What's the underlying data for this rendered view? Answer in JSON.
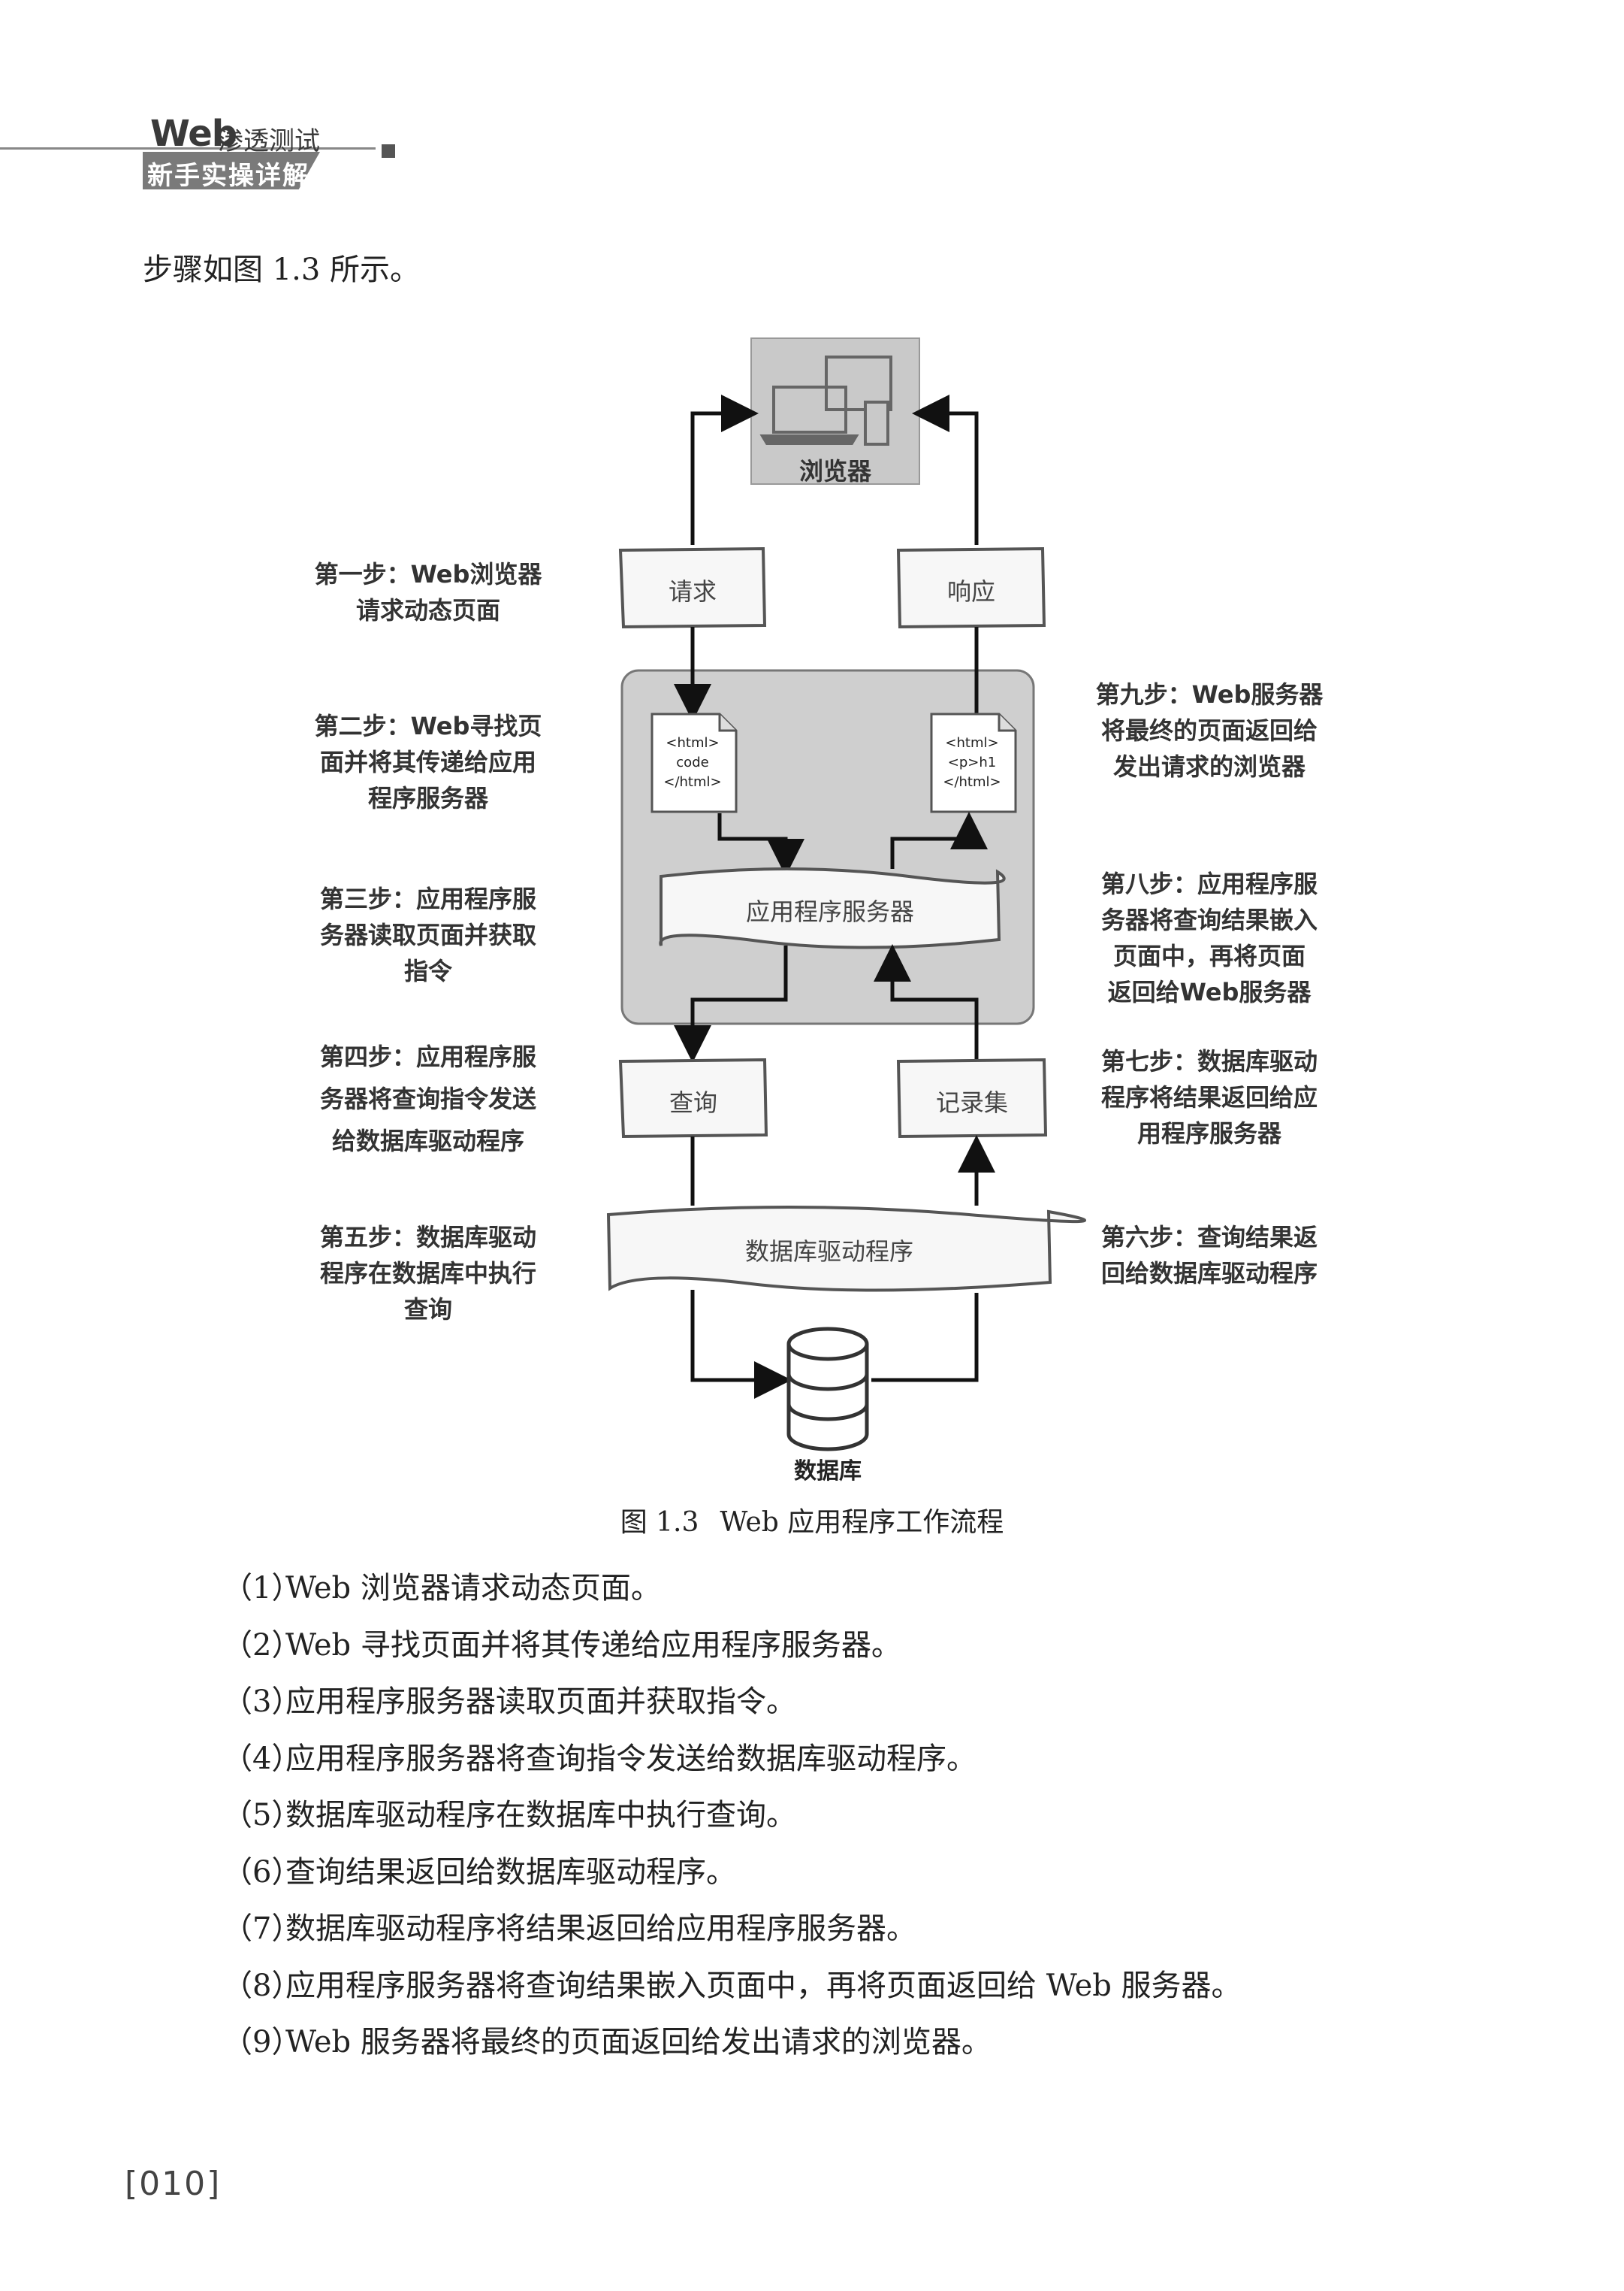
{
  "header": {
    "book_title": "Web",
    "book_title_rest": "渗透测试",
    "band_text": "新手实操详解"
  },
  "intro": "步骤如图 1.3 所示。",
  "figure": {
    "browser_label": "浏览器",
    "request_label": "请求",
    "response_label": "响应",
    "code_page_left": [
      "<html>",
      "code",
      "</html>"
    ],
    "code_page_right": [
      "<html>",
      "<p>h1",
      "</html>"
    ],
    "app_server_label": "应用程序服务器",
    "query_label": "查询",
    "recordset_label": "记录集",
    "db_driver_label": "数据库驱动程序",
    "database_label": "数据库",
    "left_steps": [
      [
        "第一步：Web浏览器",
        "请求动态页面"
      ],
      [
        "第二步：Web寻找页",
        "面并将其传递给应用",
        "程序服务器"
      ],
      [
        "第三步：应用程序服",
        "务器读取页面并获取",
        "指令"
      ],
      [
        "第四步：应用程序服",
        "务器将查询指令发送",
        "给数据库驱动程序"
      ],
      [
        "第五步：数据库驱动",
        "程序在数据库中执行",
        "查询"
      ]
    ],
    "right_steps": [
      [
        "第九步：Web服务器",
        "将最终的页面返回给",
        "发出请求的浏览器"
      ],
      [
        "第八步：应用程序服",
        "务器将查询结果嵌入",
        "页面中，再将页面",
        "返回给Web服务器"
      ],
      [
        "第七步：数据库驱动",
        "程序将结果返回给应",
        "用程序服务器"
      ],
      [
        "第六步：查询结果返",
        "回给数据库驱动程序"
      ]
    ],
    "caption_num": "图 1.3",
    "caption_text": "Web 应用程序工作流程"
  },
  "list": [
    {
      "num": "（1）",
      "text": "Web 浏览器请求动态页面。"
    },
    {
      "num": "（2）",
      "text": "Web 寻找页面并将其传递给应用程序服务器。"
    },
    {
      "num": "（3）",
      "text": "应用程序服务器读取页面并获取指令。"
    },
    {
      "num": "（4）",
      "text": "应用程序服务器将查询指令发送给数据库驱动程序。"
    },
    {
      "num": "（5）",
      "text": "数据库驱动程序在数据库中执行查询。"
    },
    {
      "num": "（6）",
      "text": "查询结果返回给数据库驱动程序。"
    },
    {
      "num": "（7）",
      "text": "数据库驱动程序将结果返回给应用程序服务器。"
    },
    {
      "num": "（8）",
      "text": "应用程序服务器将查询结果嵌入页面中，再将页面返回给 Web 服务器。"
    },
    {
      "num": "（9）",
      "text": "Web 服务器将最终的页面返回给发出请求的浏览器。"
    }
  ],
  "page_number": "[010]",
  "colors": {
    "panel_gray": "#cfcfcf",
    "box_border": "#555555",
    "arrow": "#111111"
  }
}
